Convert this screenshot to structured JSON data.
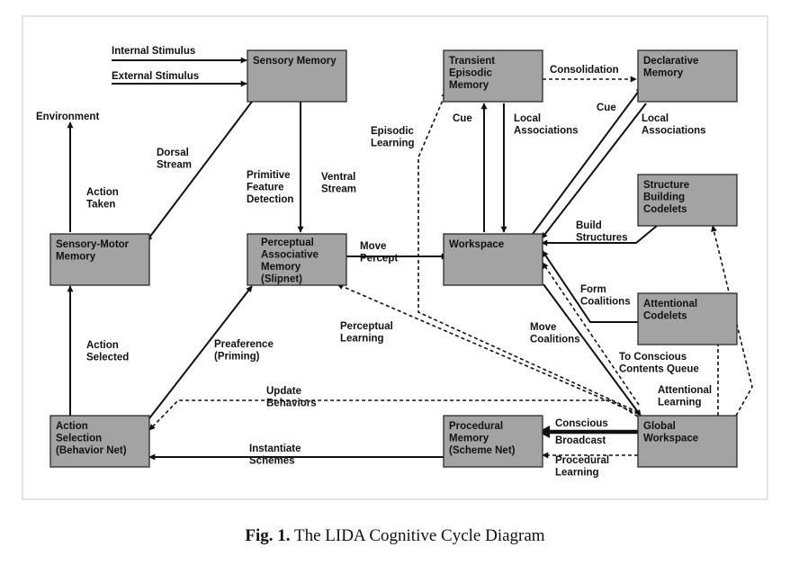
{
  "modules": {
    "sensory_memory": [
      "Sensory Memory"
    ],
    "transient_episodic": [
      "Transient",
      "Episodic",
      "Memory"
    ],
    "declarative": [
      "Declarative",
      "Memory"
    ],
    "structure_codelets": [
      "Structure",
      "Building",
      "Codelets"
    ],
    "sensory_motor": [
      "Sensory-Motor",
      "Memory"
    ],
    "pam": [
      "Perceptual",
      "Associative",
      "Memory",
      "(Slipnet)"
    ],
    "workspace": [
      "Workspace"
    ],
    "attentional_codelets": [
      "Attentional",
      "Codelets"
    ],
    "action_selection": [
      "Action",
      "Selection",
      "(Behavior Net)"
    ],
    "procedural": [
      "Procedural",
      "Memory",
      "(Scheme Net)"
    ],
    "global_workspace": [
      "Global",
      "Workspace"
    ]
  },
  "labels": {
    "internal_stimulus": [
      "Internal Stimulus"
    ],
    "external_stimulus": [
      "External Stimulus"
    ],
    "environment": [
      "Environment"
    ],
    "dorsal_stream": [
      "Dorsal",
      "Stream"
    ],
    "action_taken": [
      "Action",
      "Taken"
    ],
    "primitive_feature": [
      "Primitive",
      "Feature",
      "Detection"
    ],
    "ventral_stream": [
      "Ventral",
      "Stream"
    ],
    "move_percept": [
      "Move",
      "Percept"
    ],
    "episodic_learning": [
      "Episodic",
      "Learning"
    ],
    "cue_left": [
      "Cue"
    ],
    "local_assoc_left": [
      "Local",
      "Associations"
    ],
    "consolidation": [
      "Consolidation"
    ],
    "cue_right": [
      "Cue"
    ],
    "local_assoc_right": [
      "Local",
      "Associations"
    ],
    "build_structures": [
      "Build",
      "Structures"
    ],
    "form_coalitions": [
      "Form",
      "Coalitions"
    ],
    "move_coalitions": [
      "Move",
      "Coalitions"
    ],
    "perceptual_learning": [
      "Perceptual",
      "Learning"
    ],
    "action_selected": [
      "Action",
      "Selected"
    ],
    "preaference": [
      "Preaference",
      "(Priming)"
    ],
    "to_conscious": [
      "To Conscious",
      "Contents Queue"
    ],
    "attentional_learning": [
      "Attentional",
      "Learning"
    ],
    "update_behaviors": [
      "Update",
      "Behaviors"
    ],
    "conscious": [
      "Conscious"
    ],
    "broadcast": [
      "Broadcast"
    ],
    "instantiate_schemes": [
      "Instantiate",
      "Schemes"
    ],
    "procedural_learning": [
      "Procedural",
      "Learning"
    ]
  },
  "caption": {
    "prefix": "Fig. 1.",
    "text": "The LIDA Cognitive Cycle Diagram"
  }
}
